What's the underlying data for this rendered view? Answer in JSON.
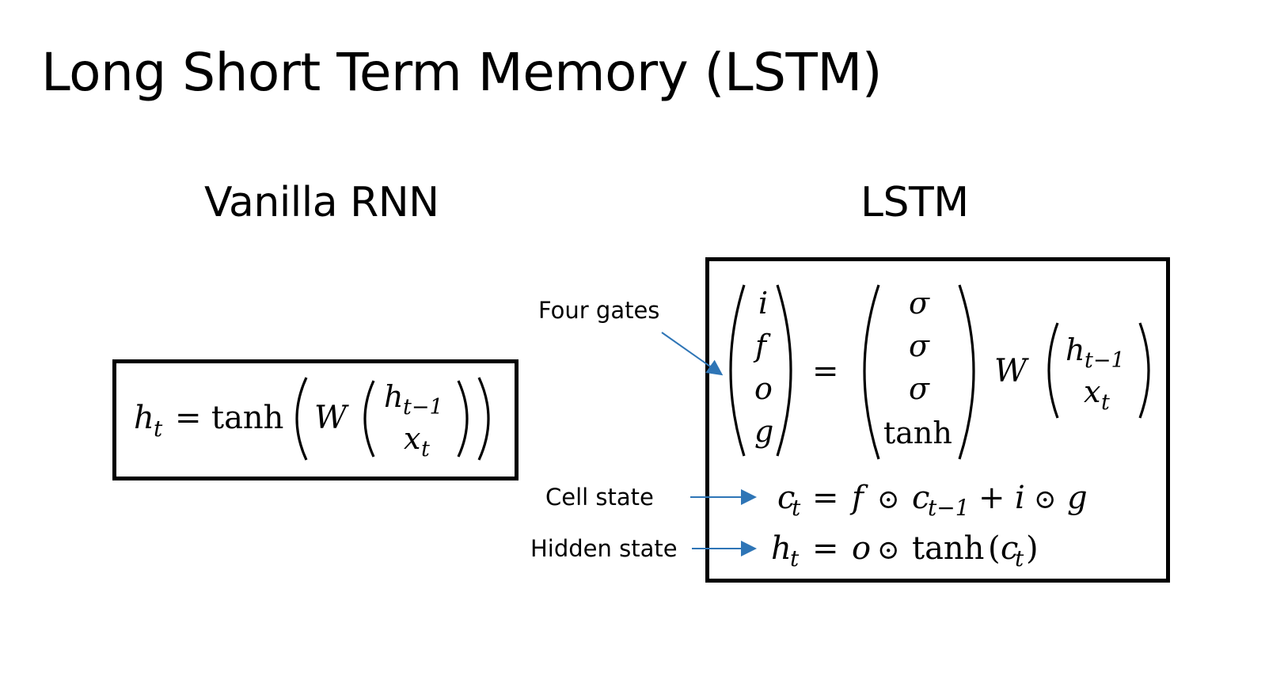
{
  "slide": {
    "title": "Long Short Term Memory (LSTM)"
  },
  "vanilla": {
    "heading": "Vanilla RNN",
    "equation": {
      "lhs_var": "h",
      "lhs_sub": "t",
      "eq": "=",
      "func": "tanh",
      "weight": "W",
      "vec_top_var": "h",
      "vec_top_sub": "t−1",
      "vec_bottom_var": "x",
      "vec_bottom_sub": "t"
    }
  },
  "lstm": {
    "heading": "LSTM",
    "gates_vector": [
      "i",
      "f",
      "o",
      "g"
    ],
    "eq": "=",
    "activations": [
      "σ",
      "σ",
      "σ",
      "tanh"
    ],
    "weight": "W",
    "input_top_var": "h",
    "input_top_sub": "t−1",
    "input_bottom_var": "x",
    "input_bottom_sub": "t",
    "cell_equation": {
      "c": "c",
      "t": "t",
      "eq": "=",
      "f": "f",
      "odot": "⊙",
      "c_prev": "c",
      "t_prev": "t−1",
      "plus": "+",
      "i": "i",
      "g": "g"
    },
    "hidden_equation": {
      "h": "h",
      "t": "t",
      "eq": "=",
      "o": "o",
      "odot": "⊙",
      "func": "tanh",
      "lparen": "(",
      "c": "c",
      "ct": "t",
      "rparen": ")"
    }
  },
  "annotations": {
    "four_gates": "Four gates",
    "cell_state": "Cell state",
    "hidden_state": "Hidden state"
  },
  "colors": {
    "arrow": "#2e75b6",
    "box_border": "#000000"
  }
}
